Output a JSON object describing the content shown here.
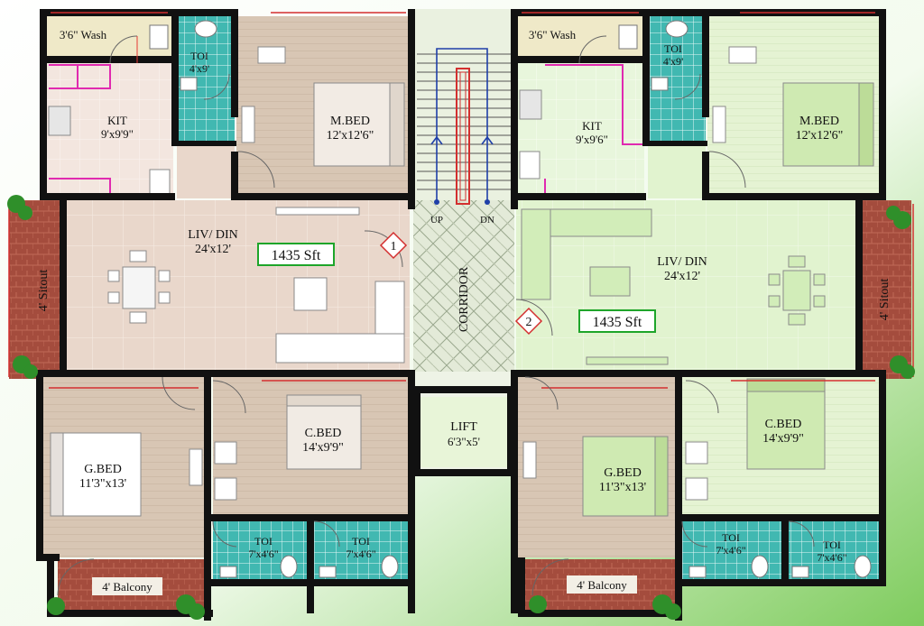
{
  "colors": {
    "background_green": "#8fd36f",
    "wall": "#111111",
    "bedroom_floor": "#d8c2b2",
    "living_floor_1": "#e7d3c6",
    "living_floor_2": "#ddf0c8",
    "bedroom_floor_2": "#e2f3cf",
    "toilet_tile": "#3fb9b0",
    "corridor": "#dfe7d2",
    "sitout": "#a85040",
    "area_box_border": "#1ea52a",
    "door_leaf": "#e53935"
  },
  "flats": [
    {
      "number": "1",
      "area": "1435 Sft",
      "rooms": {
        "wash": "3'6\" Wash",
        "toi_small": [
          "TOI",
          "4'x9'"
        ],
        "kit": [
          "KIT",
          "9'x9'9\""
        ],
        "mbed": [
          "M.BED",
          "12'x12'6\""
        ],
        "livdin": [
          "LIV/ DIN",
          "24'x12'"
        ],
        "sitout": "4' Sitout",
        "gbed": [
          "G.BED",
          "11'3\"x13'"
        ],
        "cbed": [
          "C.BED",
          "14'x9'9\""
        ],
        "toi_a": [
          "TOI",
          "7'x4'6\""
        ],
        "toi_b": [
          "TOI",
          "7'x4'6\""
        ],
        "balcony": "4' Balcony"
      }
    },
    {
      "number": "2",
      "area": "1435 Sft",
      "rooms": {
        "wash": "3'6\" Wash",
        "toi_small": [
          "TOI",
          "4'x9'"
        ],
        "kit": [
          "KIT",
          "9'x9'6\""
        ],
        "mbed": [
          "M.BED",
          "12'x12'6\""
        ],
        "livdin": [
          "LIV/ DIN",
          "24'x12'"
        ],
        "sitout": "4' Sitout",
        "gbed": [
          "G.BED",
          "11'3\"x13'"
        ],
        "cbed": [
          "C.BED",
          "14'x9'9\""
        ],
        "toi_a": [
          "TOI",
          "7'x4'6\""
        ],
        "toi_b": [
          "TOI",
          "7'x4'6\""
        ],
        "balcony": "4' Balcony"
      }
    }
  ],
  "core": {
    "stair_up": "UP",
    "stair_dn": "DN",
    "corridor": "CORRIDOR",
    "lift": [
      "LIFT",
      "6'3\"x5'"
    ]
  }
}
